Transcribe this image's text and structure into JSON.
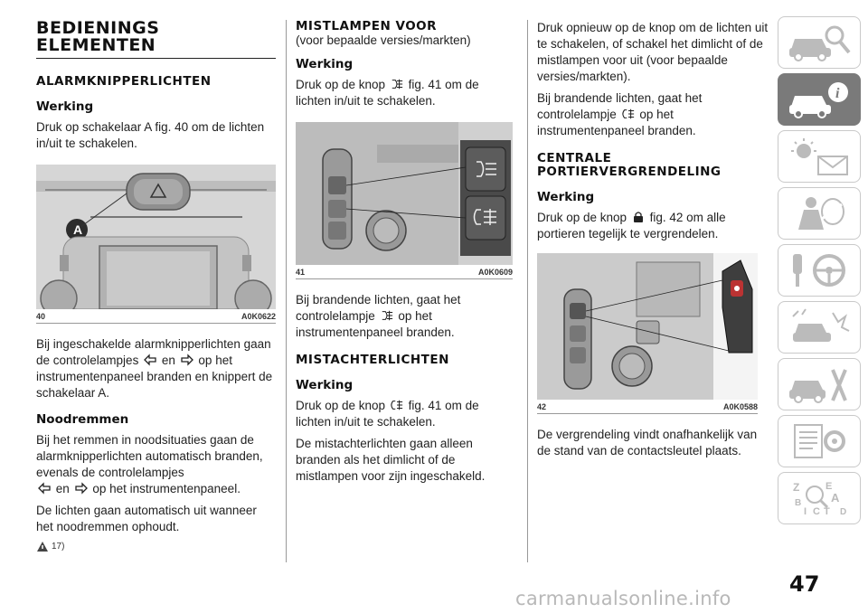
{
  "col1": {
    "title_line1": "BEDIENINGS",
    "title_line2": "ELEMENTEN",
    "section": "ALARMKNIPPERLICHTEN",
    "werking_heading": "Werking",
    "werking_text": "Druk op schakelaar A fig. 40 om de lichten in/uit te schakelen.",
    "fig_label": "A",
    "fig_num": "40",
    "fig_code": "A0K0622",
    "para_a": "Bij ingeschakelde alarmknipperlichten gaan de controlelampjes",
    "para_b": "en",
    "para_c": "op het instrumentenpaneel branden en knippert de schakelaar A.",
    "nood_heading": "Noodremmen",
    "nood_text_a": "Bij het remmen in noodsituaties gaan de alarmknipperlichten automatisch branden, evenals de controlelampjes",
    "nood_text_b": "en",
    "nood_text_c": "op het instrumentenpaneel.",
    "nood_text2": "De lichten gaan automatisch uit wanneer het noodremmen ophoudt.",
    "note_ref": "17)"
  },
  "col2": {
    "section": "MISTLAMPEN VOOR",
    "subtitle": "(voor bepaalde versies/markten)",
    "werking_heading": "Werking",
    "werking_a": "Druk op de knop",
    "werking_b": "fig. 41 om de lichten in/uit te schakelen.",
    "fig_num": "41",
    "fig_code": "A0K0609",
    "brand_a": "Bij brandende lichten, gaat het controlelampje",
    "brand_b": "op het instrumentenpaneel branden.",
    "section2": "MISTACHTERLICHTEN",
    "werking2_heading": "Werking",
    "werking2_a": "Druk op de knop",
    "werking2_b": "fig. 41 om de lichten in/uit te schakelen.",
    "mist_text": "De mistachterlichten gaan alleen branden als het dimlicht of de mistlampen voor zijn ingeschakeld."
  },
  "col3": {
    "para1": "Druk opnieuw op de knop om de lichten uit te schakelen, of schakel het dimlicht of de mistlampen voor uit (voor bepaalde versies/markten).",
    "para2_a": "Bij brandende lichten, gaat het controlelampje",
    "para2_b": "op het instrumentenpaneel branden.",
    "section_line1": "CENTRALE",
    "section_line2": "PORTIERVERGRENDELING",
    "werking_heading": "Werking",
    "werking_a": "Druk op de knop",
    "werking_b": "fig. 42 om alle portieren tegelijk te vergrendelen.",
    "fig_num": "42",
    "fig_code": "A0K0588",
    "closing": "De vergrendeling vindt onafhankelijk van de stand van de contactsleutel plaats."
  },
  "sidebar": {
    "icons": [
      "car-search-icon",
      "car-info-icon",
      "warning-light-mail-icon",
      "airbag-person-icon",
      "key-steering-wheel-icon",
      "car-crash-icon",
      "car-tools-icon",
      "list-settings-icon",
      "alphabet-index-icon"
    ],
    "active_index": 1
  },
  "page_number": "47",
  "watermark": "carmanualsonline.info",
  "colors": {
    "text": "#1a1a1a",
    "sidebar_active": "#7a7a7a",
    "sidebar_border": "#c9c9c9",
    "figure_bg": "#d8d8d8"
  }
}
